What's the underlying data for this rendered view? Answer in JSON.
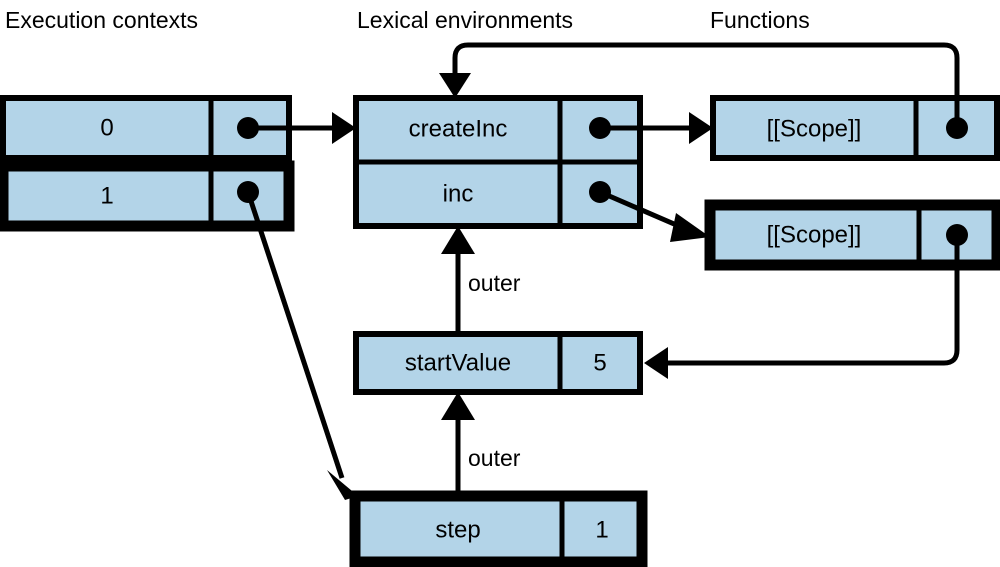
{
  "diagram": {
    "title_bar": {
      "columns": [
        {
          "id": "execution-contexts",
          "label": "Execution contexts"
        },
        {
          "id": "lexical-environments",
          "label": "Lexical environments"
        },
        {
          "id": "functions",
          "label": "Functions"
        }
      ]
    },
    "colors": {
      "box_fill": "#b3d4e8",
      "stroke": "#000000",
      "background": "#ffffff"
    },
    "tables": {
      "execution_contexts": {
        "name": "execution-contexts-table",
        "rows": [
          {
            "key": "0",
            "value": "",
            "value_is_pointer": true,
            "highlighted": false
          },
          {
            "key": "1",
            "value": "",
            "value_is_pointer": true,
            "highlighted": true
          }
        ]
      },
      "lexical_environments_top": {
        "name": "lexical-environment-global",
        "rows": [
          {
            "key": "createInc",
            "value": "",
            "value_is_pointer": true,
            "highlighted": false
          },
          {
            "key": "inc",
            "value": "",
            "value_is_pointer": true,
            "highlighted": false
          }
        ]
      },
      "scope_one": {
        "name": "function-createinc",
        "rows": [
          {
            "key": "[[Scope]]",
            "value": "",
            "value_is_pointer": true,
            "highlighted": false
          }
        ]
      },
      "scope_two": {
        "name": "function-inc",
        "rows": [
          {
            "key": "[[Scope]]",
            "value": "",
            "value_is_pointer": true,
            "highlighted": true
          }
        ]
      },
      "start_value_env": {
        "name": "lexical-environment-createinc",
        "rows": [
          {
            "key": "startValue",
            "value": "5",
            "value_is_pointer": false,
            "highlighted": false
          }
        ]
      },
      "step_env": {
        "name": "lexical-environment-inc",
        "rows": [
          {
            "key": "step",
            "value": "1",
            "value_is_pointer": false,
            "highlighted": true
          }
        ]
      }
    },
    "edge_labels": [
      {
        "id": "outer-startvalue-to-inc",
        "text": "outer"
      },
      {
        "id": "outer-step-to-startvalue",
        "text": "outer"
      }
    ]
  }
}
